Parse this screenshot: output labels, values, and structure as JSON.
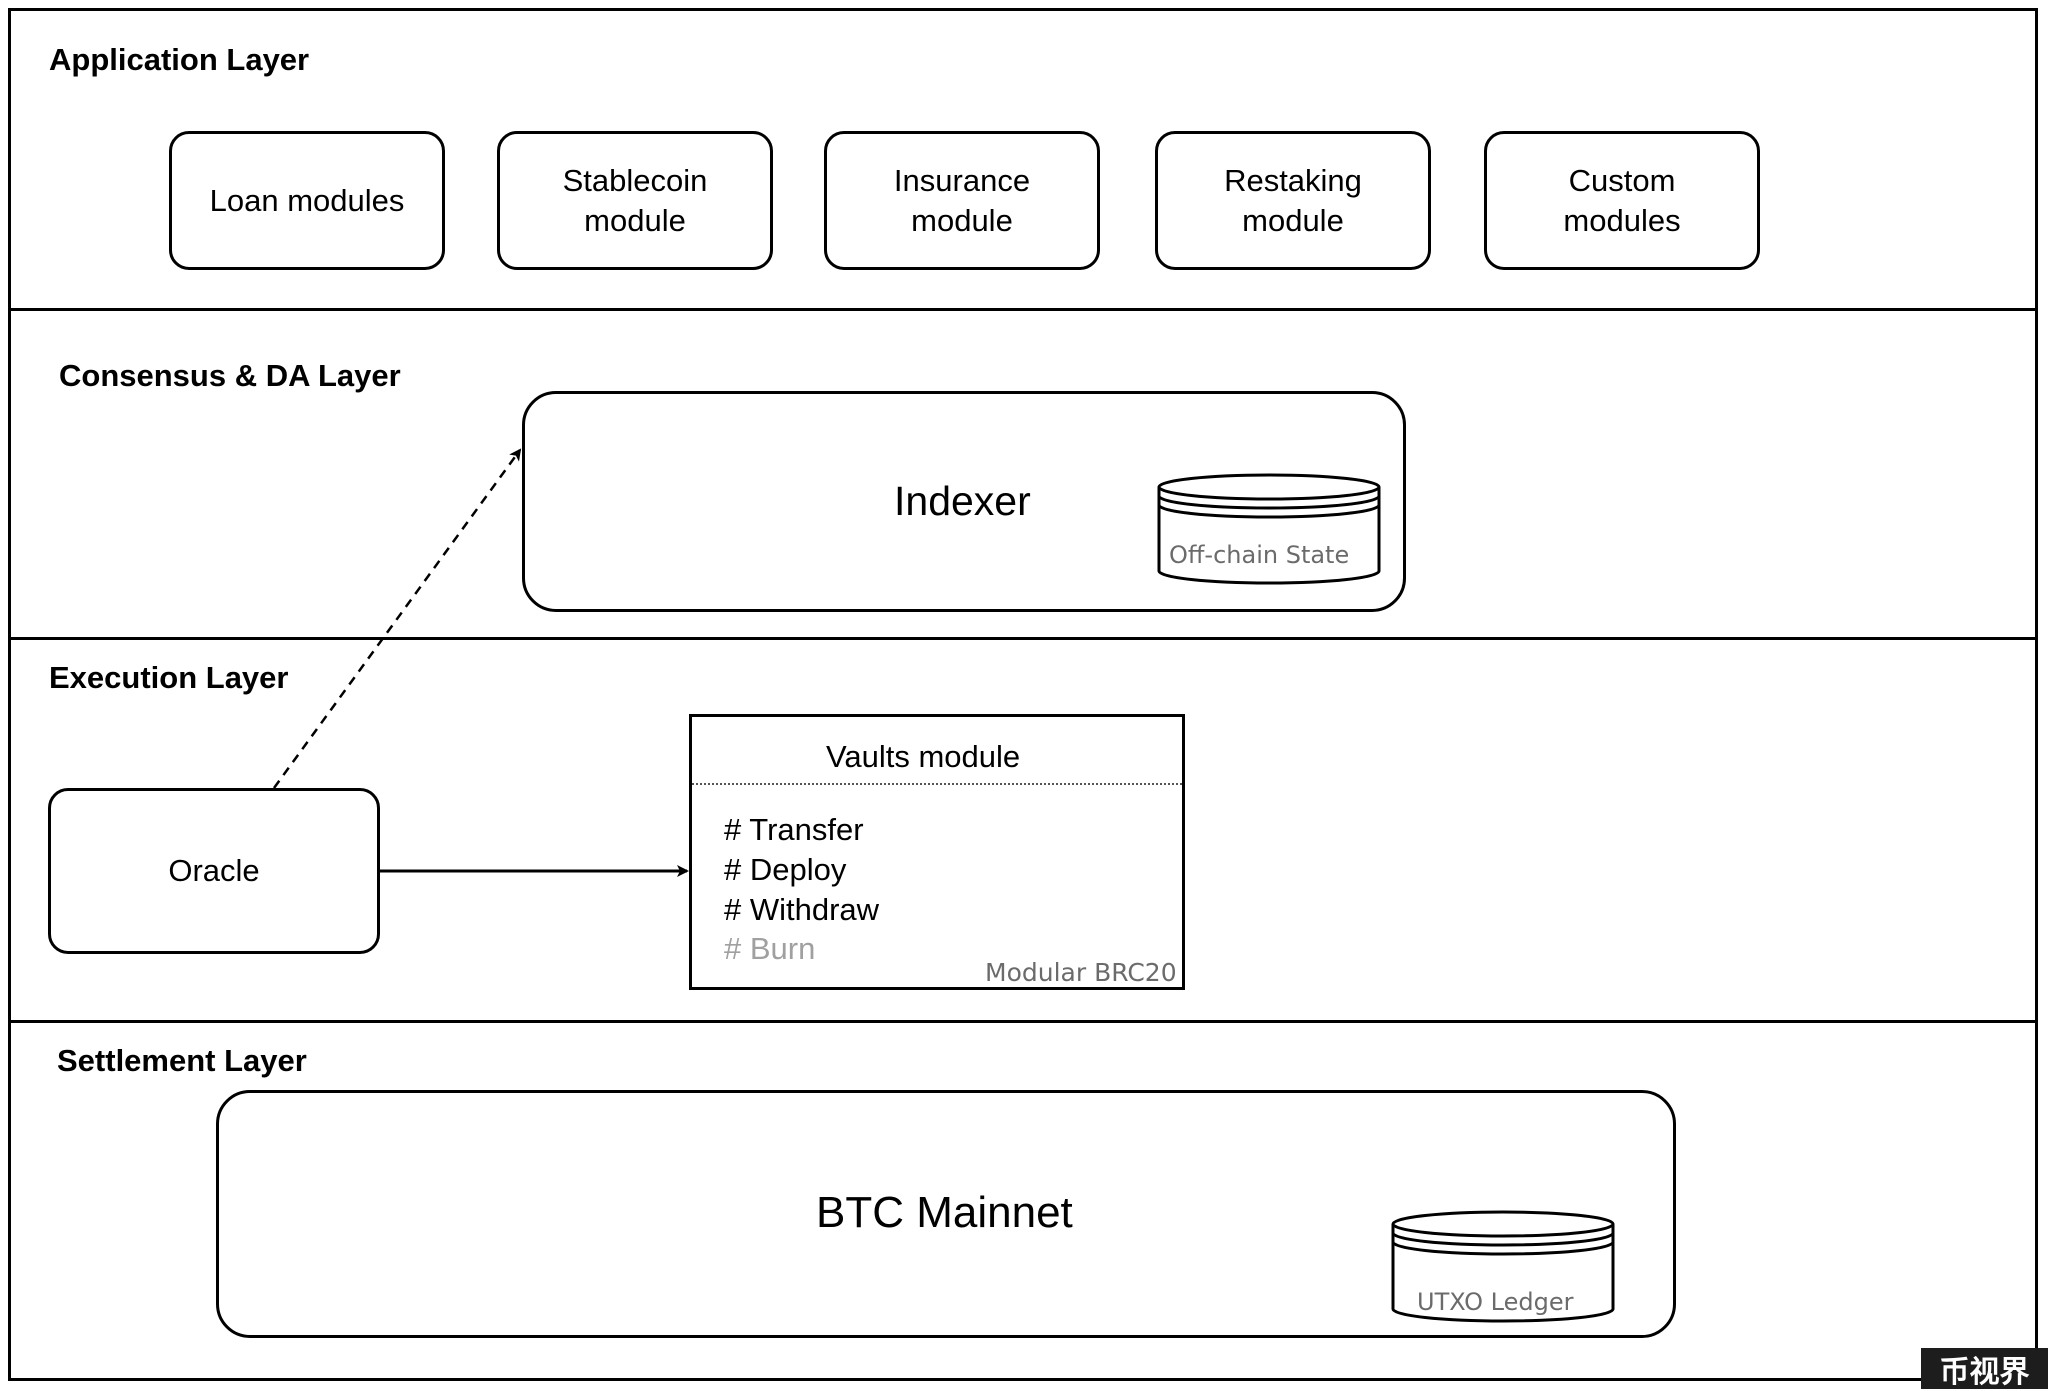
{
  "layers": {
    "application": {
      "title": "Application Layer",
      "modules": [
        {
          "line1": "Loan modules",
          "line2": ""
        },
        {
          "line1": "Stablecoin",
          "line2": "module"
        },
        {
          "line1": "Insurance",
          "line2": "module"
        },
        {
          "line1": "Restaking",
          "line2": "module"
        },
        {
          "line1": "Custom",
          "line2": "modules"
        }
      ]
    },
    "consensus": {
      "title": "Consensus & DA Layer",
      "indexer": {
        "title": "Indexer",
        "store_label": "Off-chain State"
      }
    },
    "execution": {
      "title": "Execution Layer",
      "oracle": {
        "label": "Oracle"
      },
      "vaults": {
        "title": "Vaults module",
        "operations": [
          "# Transfer",
          "# Deploy",
          "# Withdraw",
          "# Burn"
        ],
        "footer": "Modular BRC20"
      }
    },
    "settlement": {
      "title": "Settlement Layer",
      "mainnet": {
        "title": "BTC Mainnet",
        "store_label": "UTXO Ledger"
      }
    }
  },
  "watermark": "币视界",
  "colors": {
    "stroke": "#000000",
    "muted_text": "#6b6b6b",
    "disabled_text": "#a0a0a0"
  }
}
